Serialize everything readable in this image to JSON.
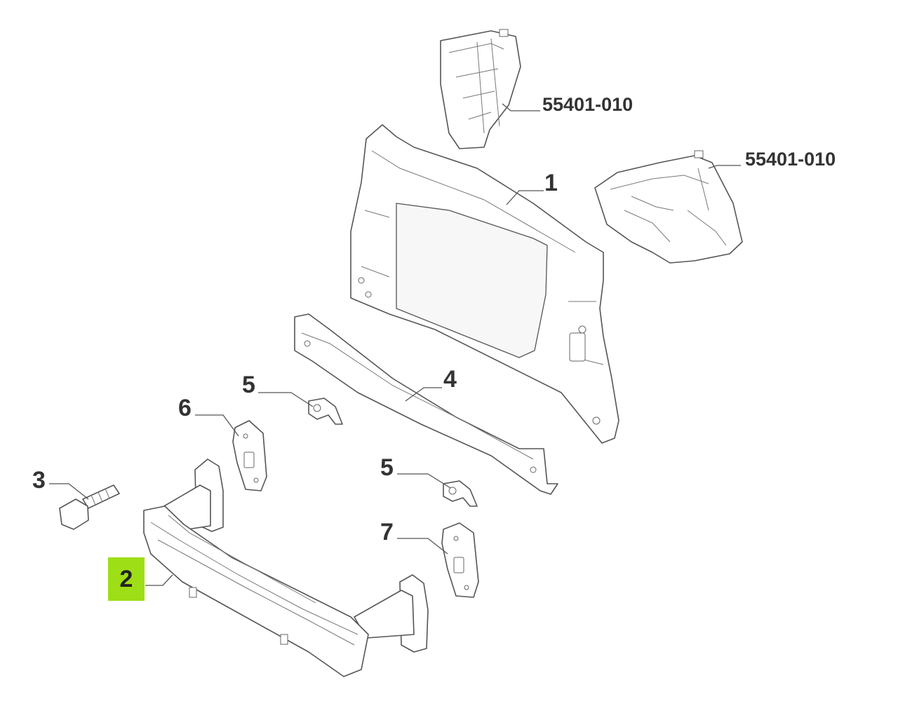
{
  "callouts": {
    "bracket_top": "55401-010",
    "bracket_right": "55401-010",
    "front_panel": "1",
    "bumper_beam": "2",
    "bolt": "3",
    "crossmember": "4",
    "clip_upper": "5",
    "clip_lower": "5",
    "plate_left": "6",
    "plate_right": "7"
  },
  "colors": {
    "highlight": "#9ede16",
    "line": "#555555",
    "label": "#333333"
  }
}
